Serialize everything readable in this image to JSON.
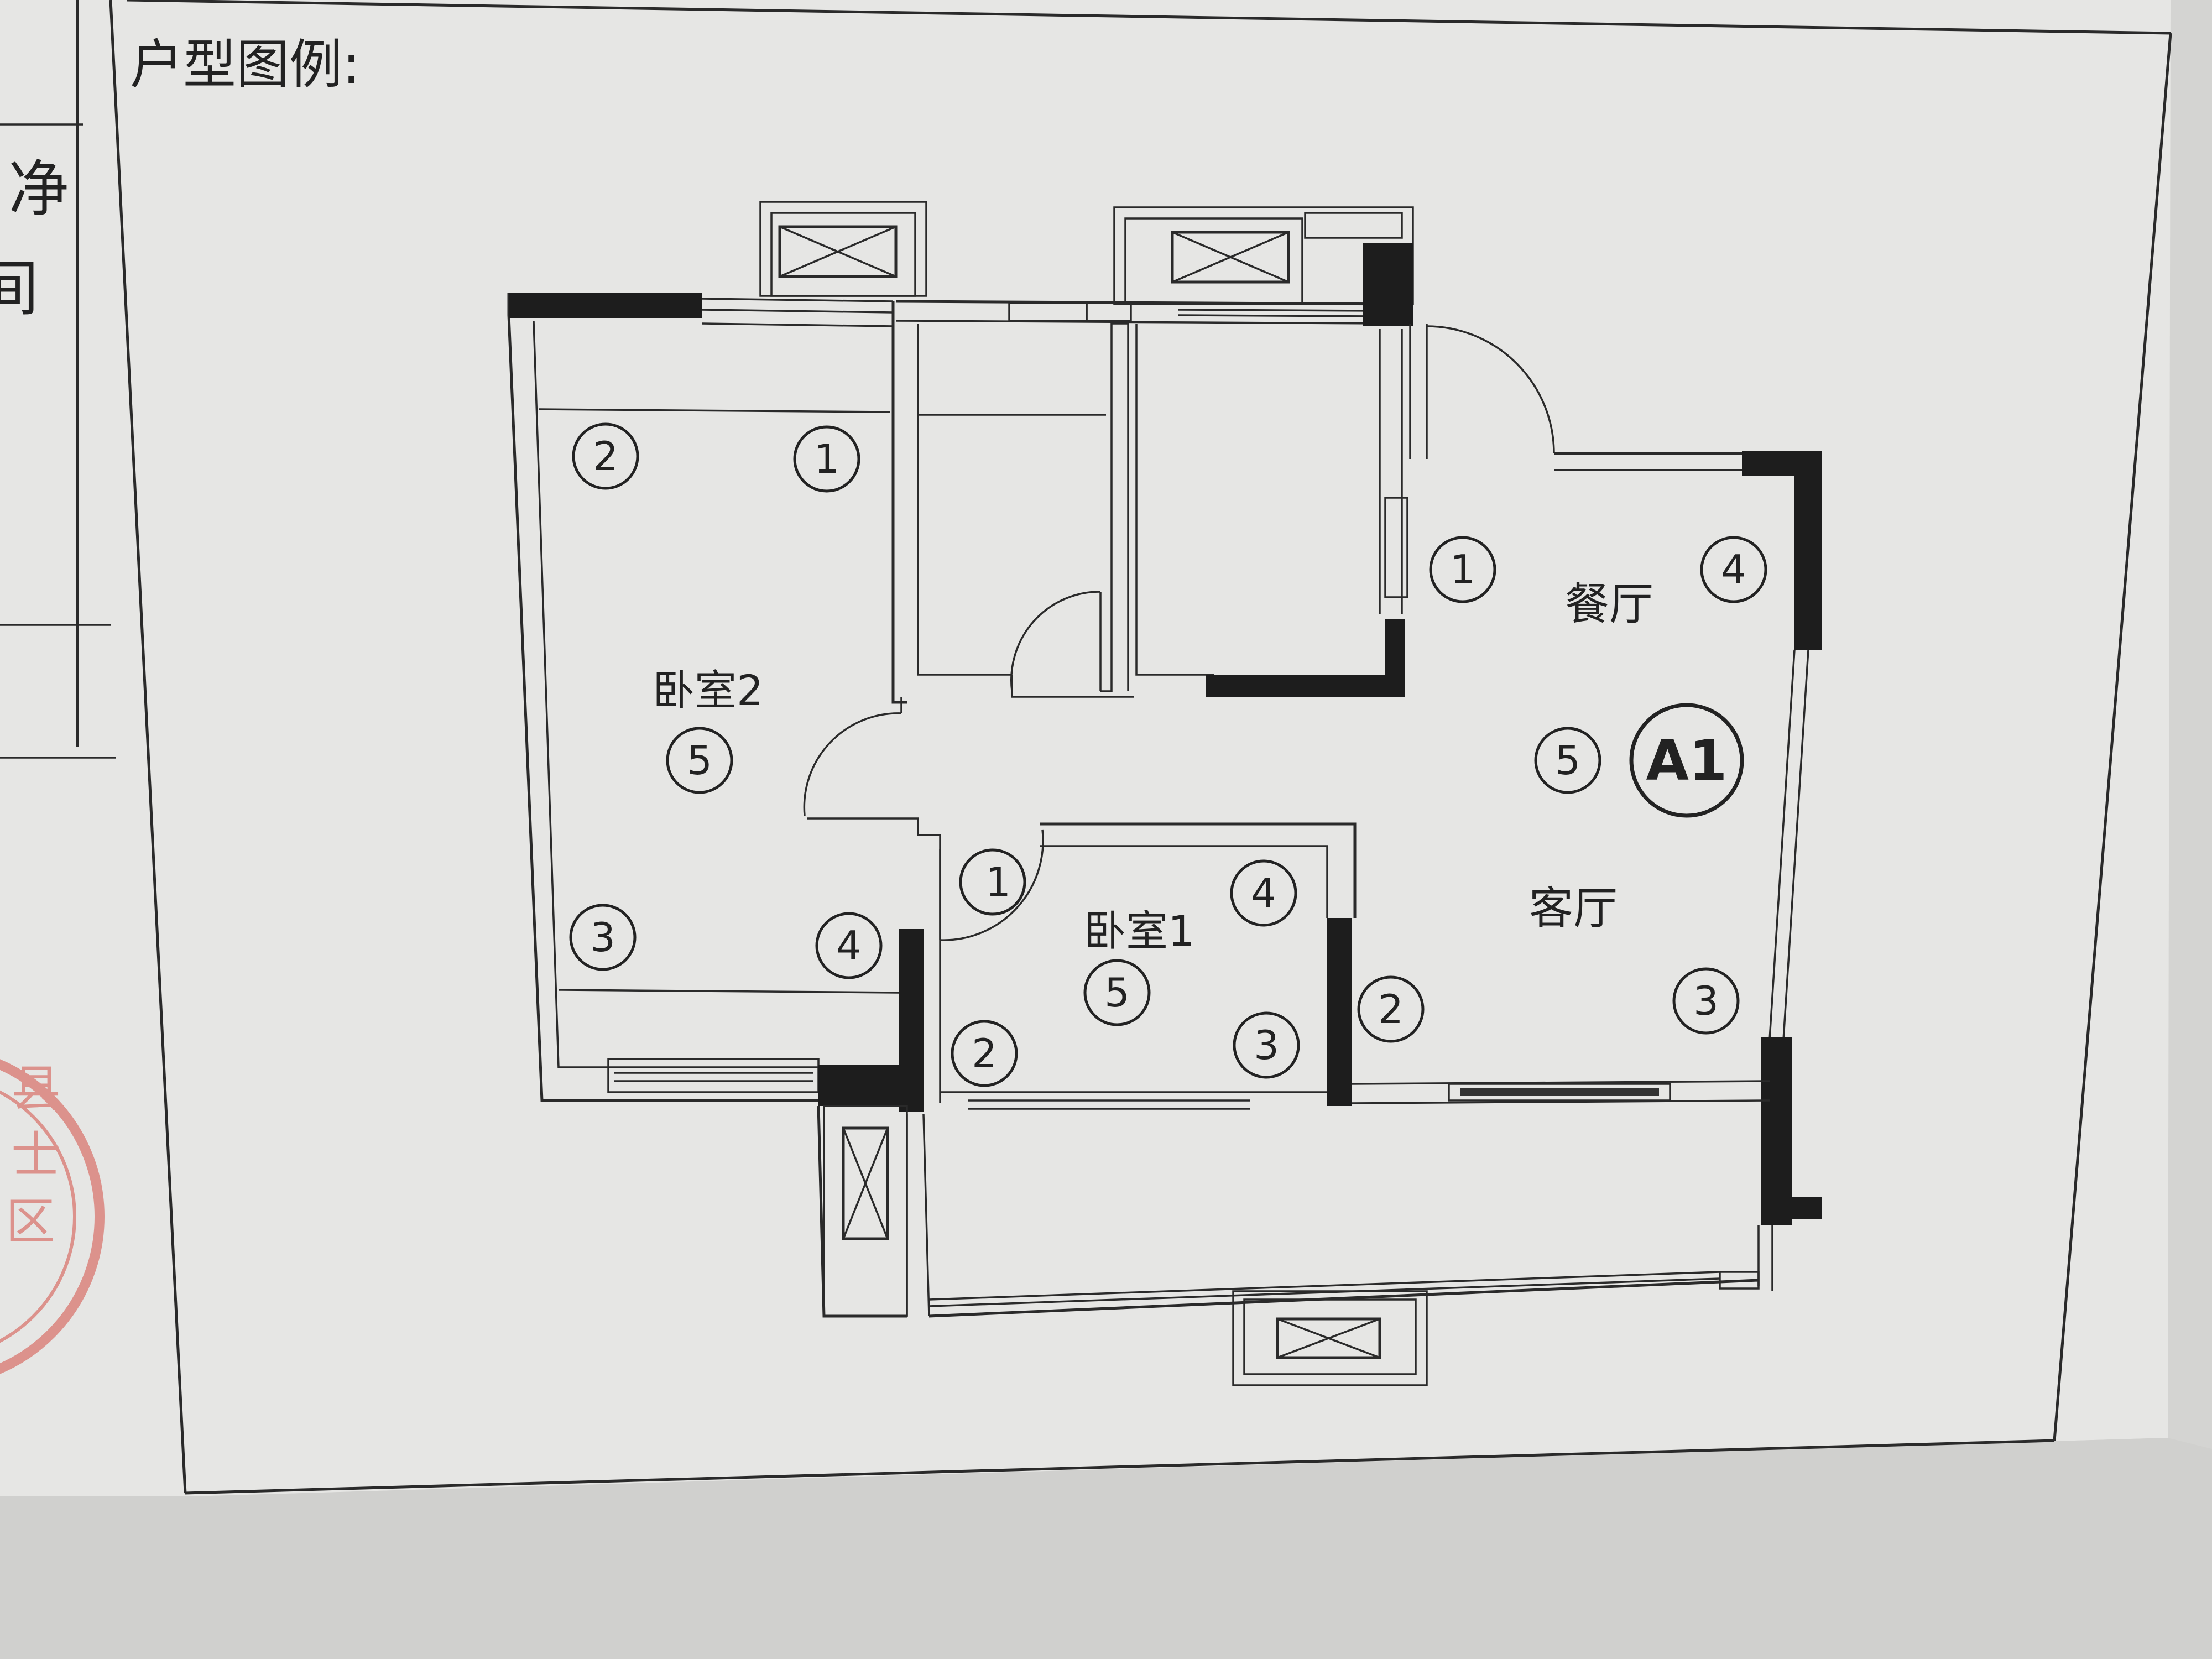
{
  "document": {
    "legend_title": "户型图例:",
    "margin_fragments": [
      "净",
      "间"
    ],
    "stamp_fragments": [
      "县",
      "士",
      "区"
    ]
  },
  "floorplan": {
    "unit_label": "A1",
    "rooms": [
      {
        "id": "bedroom2",
        "label": "卧室2"
      },
      {
        "id": "bedroom1",
        "label": "卧室1"
      },
      {
        "id": "dining",
        "label": "餐厅"
      },
      {
        "id": "living",
        "label": "客厅"
      }
    ],
    "markers": [
      {
        "room": "bedroom2",
        "number": "1"
      },
      {
        "room": "bedroom2",
        "number": "2"
      },
      {
        "room": "bedroom2",
        "number": "3"
      },
      {
        "room": "bedroom2",
        "number": "4"
      },
      {
        "room": "bedroom2",
        "number": "5"
      },
      {
        "room": "bedroom1",
        "number": "1"
      },
      {
        "room": "bedroom1",
        "number": "2"
      },
      {
        "room": "bedroom1",
        "number": "3"
      },
      {
        "room": "bedroom1",
        "number": "4"
      },
      {
        "room": "bedroom1",
        "number": "5"
      },
      {
        "room": "dining",
        "number": "1"
      },
      {
        "room": "dining",
        "number": "4"
      },
      {
        "room": "living",
        "number": "2"
      },
      {
        "room": "living",
        "number": "3"
      },
      {
        "room": "living",
        "number": "5"
      }
    ]
  },
  "colors": {
    "paper": "#e6e6e4",
    "ink": "#222222",
    "stamp": "#d9776f"
  }
}
